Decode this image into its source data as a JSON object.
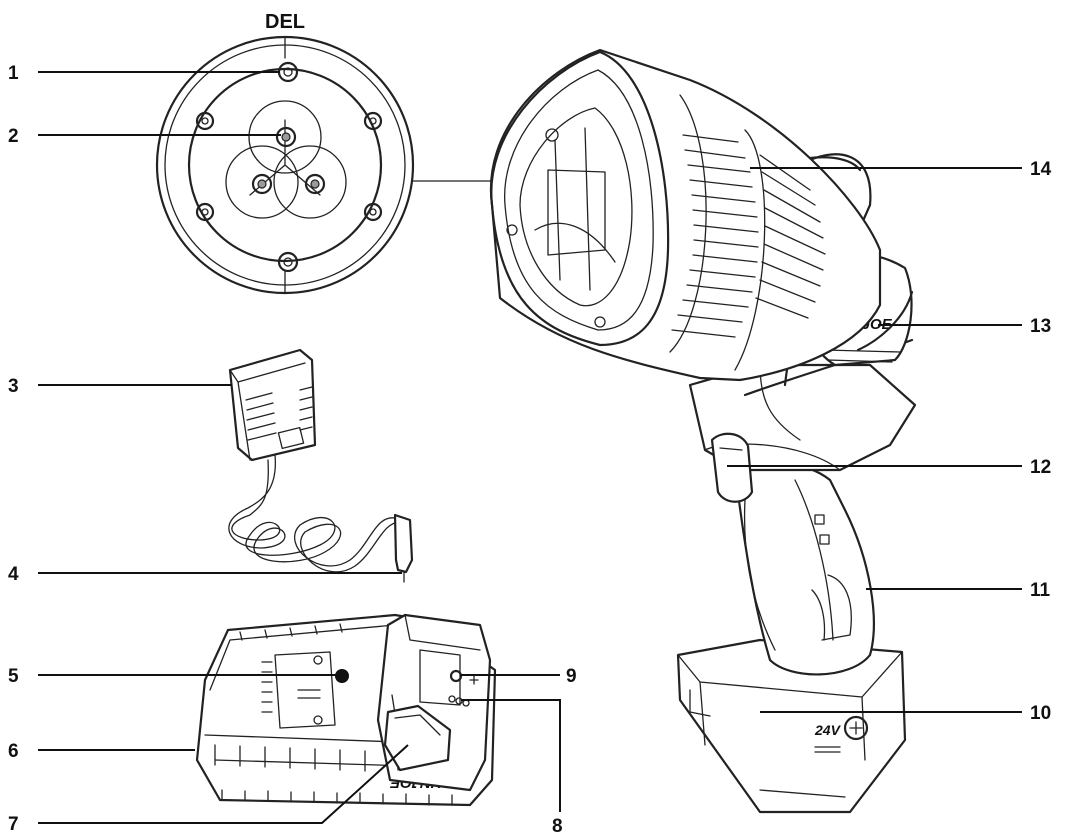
{
  "diagram": {
    "inset_title": "DEL",
    "logo_text": "SUNJOE",
    "voltage_text": "24V",
    "callouts": [
      {
        "id": "1",
        "label": "1"
      },
      {
        "id": "2",
        "label": "2"
      },
      {
        "id": "3",
        "label": "3"
      },
      {
        "id": "4",
        "label": "4"
      },
      {
        "id": "5",
        "label": "5"
      },
      {
        "id": "6",
        "label": "6"
      },
      {
        "id": "7",
        "label": "7"
      },
      {
        "id": "8",
        "label": "8"
      },
      {
        "id": "9",
        "label": "9"
      },
      {
        "id": "10",
        "label": "10"
      },
      {
        "id": "11",
        "label": "11"
      },
      {
        "id": "12",
        "label": "12"
      },
      {
        "id": "13",
        "label": "13"
      },
      {
        "id": "14",
        "label": "14"
      }
    ]
  }
}
